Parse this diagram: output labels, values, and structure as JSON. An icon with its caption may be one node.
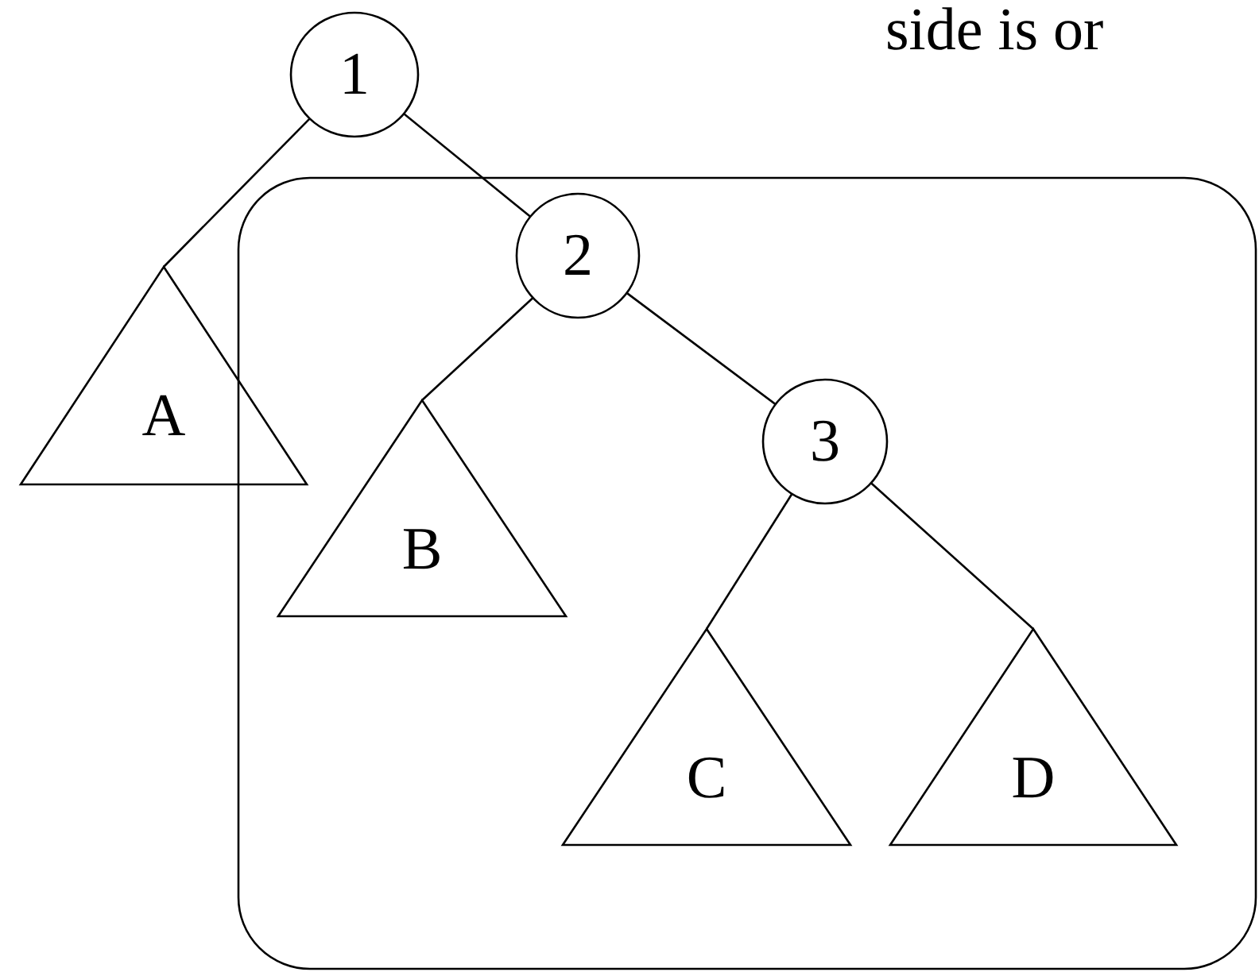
{
  "diagram": {
    "nodes": [
      {
        "text": [
          "1"
        ]
      },
      {
        "text": [],
        "shape": "box"
      },
      {
        "text": [
          "2"
        ],
        "in": 1
      },
      {
        "text": [
          "A"
        ]
      },
      {
        "text": [
          "3"
        ],
        "in": 1
      },
      {
        "text": [
          "B"
        ],
        "in": 1
      },
      {
        "text": [
          "C"
        ],
        "in": 1
      },
      {
        "text": [
          "D"
        ],
        "in": 1
      }
    ],
    "edges": [
      {
        "from": 0,
        "to": 3,
        "arrow": "none"
      },
      {
        "from": 0,
        "to": 2,
        "arrow": "none"
      },
      {
        "from": 2,
        "to": 5,
        "arrow": "none"
      },
      {
        "from": 2,
        "to": 4,
        "arrow": "none"
      },
      {
        "from": 4,
        "to": 6,
        "arrow": "none"
      },
      {
        "from": 4,
        "to": 7,
        "arrow": "none"
      }
    ],
    "labels": [
      "side is or"
    ]
  }
}
